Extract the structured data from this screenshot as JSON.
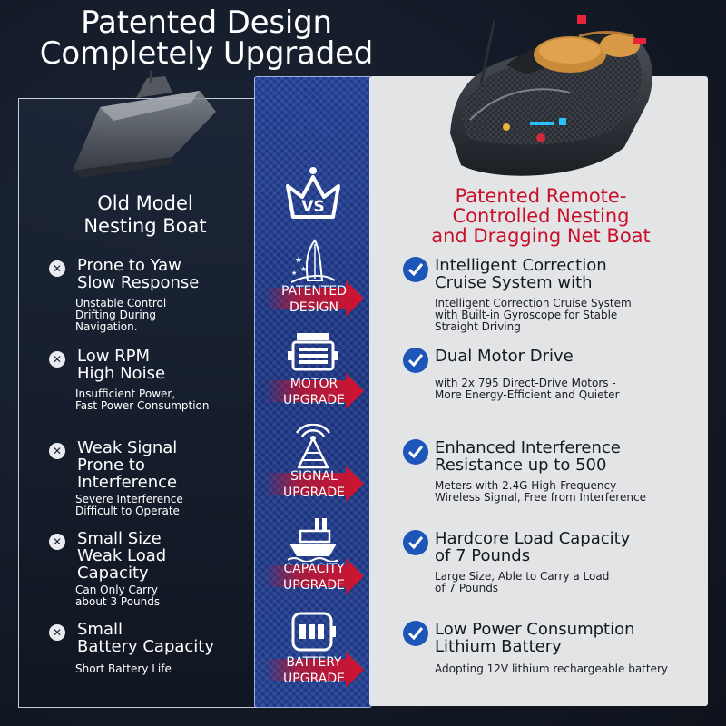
{
  "header": {
    "title_line1": "Patented Design",
    "title_line2": "Completely Upgraded"
  },
  "old_model": {
    "title_line1": "Old Model",
    "title_line2": "Nesting Boat",
    "items": [
      {
        "heading_line1": "Prone to Yaw",
        "heading_line2": "Slow Response",
        "desc_line1": "Unstable Control",
        "desc_line2": "Drifting During",
        "desc_line3": "Navigation."
      },
      {
        "heading_line1": "Low RPM",
        "heading_line2": "High Noise",
        "desc_line1": "Insufficient Power,",
        "desc_line2": "Fast Power Consumption"
      },
      {
        "heading_line1": "Weak Signal",
        "heading_line2": "Prone to",
        "heading_line3": "Interference",
        "desc_line1": "Severe Interference",
        "desc_line2": "Difficult to Operate"
      },
      {
        "heading_line1": "Small Size",
        "heading_line2": "Weak Load",
        "heading_line3": "Capacity",
        "desc_line1": "Can Only Carry",
        "desc_line2": "about 3 Pounds"
      },
      {
        "heading_line1": "Small",
        "heading_line2": "Battery Capacity",
        "desc_line1": "Short Battery Life"
      }
    ]
  },
  "center": {
    "vs_label": "VS",
    "upgrades": [
      {
        "line1": "PATENTED",
        "line2": "DESIGN",
        "icon": "rocket-icon"
      },
      {
        "line1": "MOTOR",
        "line2": "UPGRADE",
        "icon": "motor-icon"
      },
      {
        "line1": "SIGNAL",
        "line2": "UPGRADE",
        "icon": "signal-tower-icon"
      },
      {
        "line1": "CAPACITY",
        "line2": "UPGRADE",
        "icon": "ship-icon"
      },
      {
        "line1": "BATTERY",
        "line2": "UPGRADE",
        "icon": "battery-icon"
      }
    ]
  },
  "new_model": {
    "title_line1": "Patented Remote-",
    "title_line2": "Controlled Nesting",
    "title_line3": "and Dragging Net Boat",
    "items": [
      {
        "heading_line1": "Intelligent Correction",
        "heading_line2": "Cruise System with",
        "desc_line1": "Intelligent Correction Cruise System",
        "desc_line2": "with Built-in Gyroscope for Stable",
        "desc_line3": "Straight Driving"
      },
      {
        "heading_line1": "Dual Motor Drive",
        "desc_line1": "with 2x 795 Direct-Drive Motors -",
        "desc_line2": "More Energy-Efficient and Quieter"
      },
      {
        "heading_line1": "Enhanced Interference",
        "heading_line2": "Resistance up to 500",
        "desc_line1": "Meters with 2.4G High-Frequency",
        "desc_line2": "Wireless Signal, Free from Interference"
      },
      {
        "heading_line1": "Hardcore Load Capacity",
        "heading_line2": "of 7 Pounds",
        "desc_line1": "Large Size, Able to Carry a Load",
        "desc_line2": "of 7 Pounds"
      },
      {
        "heading_line1": "Low Power Consumption",
        "heading_line2": "Lithium Battery",
        "desc_line1": "Adopting 12V lithium rechargeable battery"
      }
    ]
  },
  "colors": {
    "background": "#141b28",
    "center_blue": "#1f3b90",
    "accent_red": "#c9102a",
    "check_blue": "#1c56b8",
    "right_panel": "#e3e4e6"
  }
}
